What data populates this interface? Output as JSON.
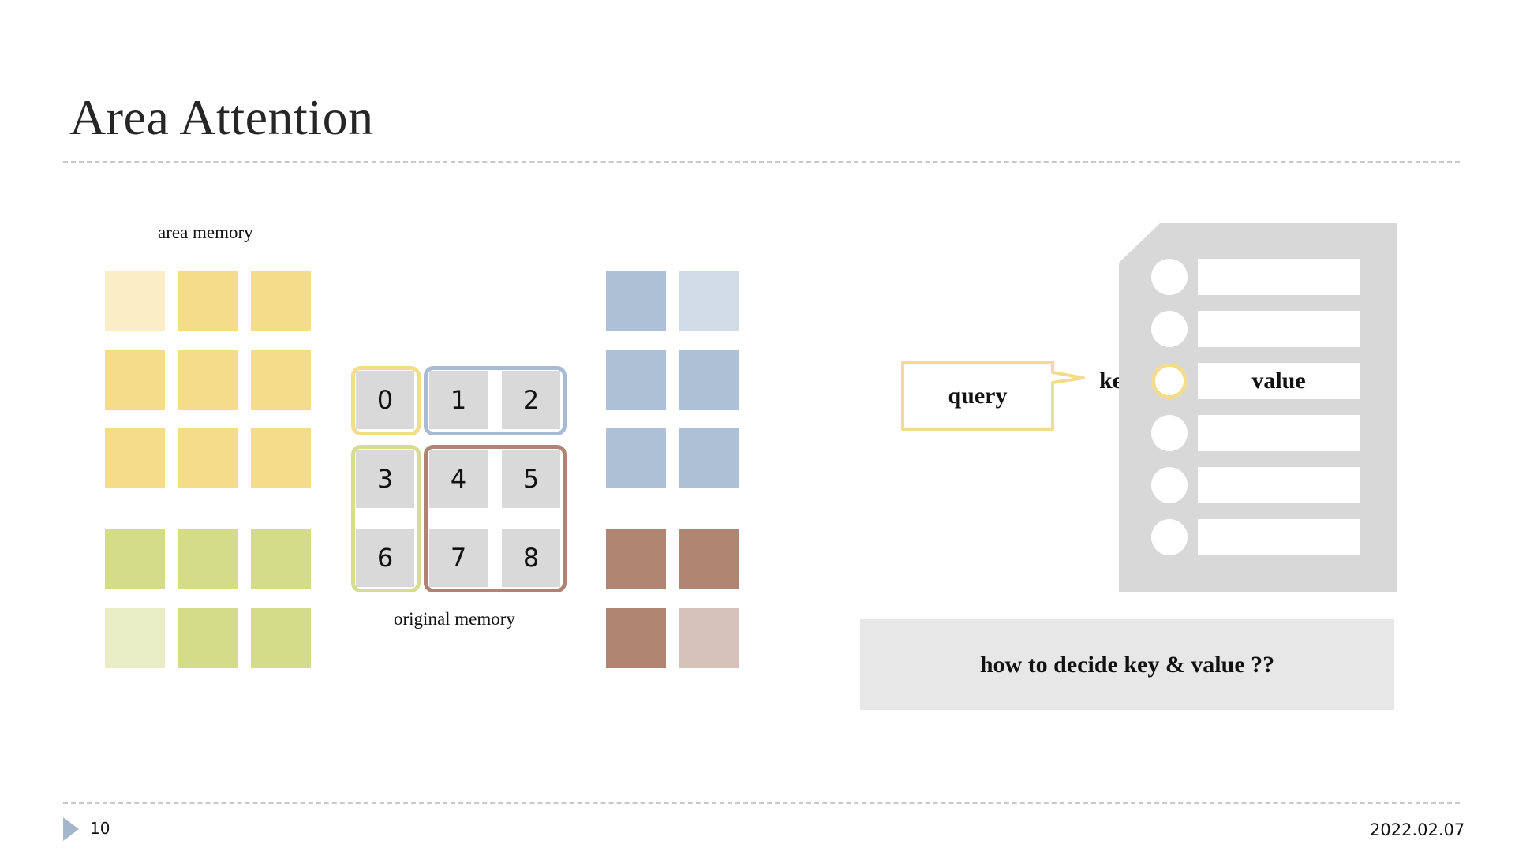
{
  "slide": {
    "title": "Area Attention",
    "page_number": "10",
    "date": "2022.02.07"
  },
  "labels": {
    "area_memory": "area memory",
    "original_memory": "original memory"
  },
  "grid": {
    "cells": [
      "0",
      "1",
      "2",
      "3",
      "4",
      "5",
      "6",
      "7",
      "8"
    ]
  },
  "kv": {
    "query": "query",
    "key": "key",
    "value": "value",
    "question": "how to decide key & value ??"
  },
  "colors": {
    "yellow": "#f5dc8a",
    "yellow_light": "#fbedc6",
    "green": "#d4dc8a",
    "green_light": "#e8edc6",
    "blue": "#adc0d6",
    "blue_light": "#d2dce6",
    "brown": "#b08673",
    "brown_light": "#d7c2b9",
    "cell_gray": "#d9d9d9",
    "doc_gray": "#d8d8d8"
  }
}
